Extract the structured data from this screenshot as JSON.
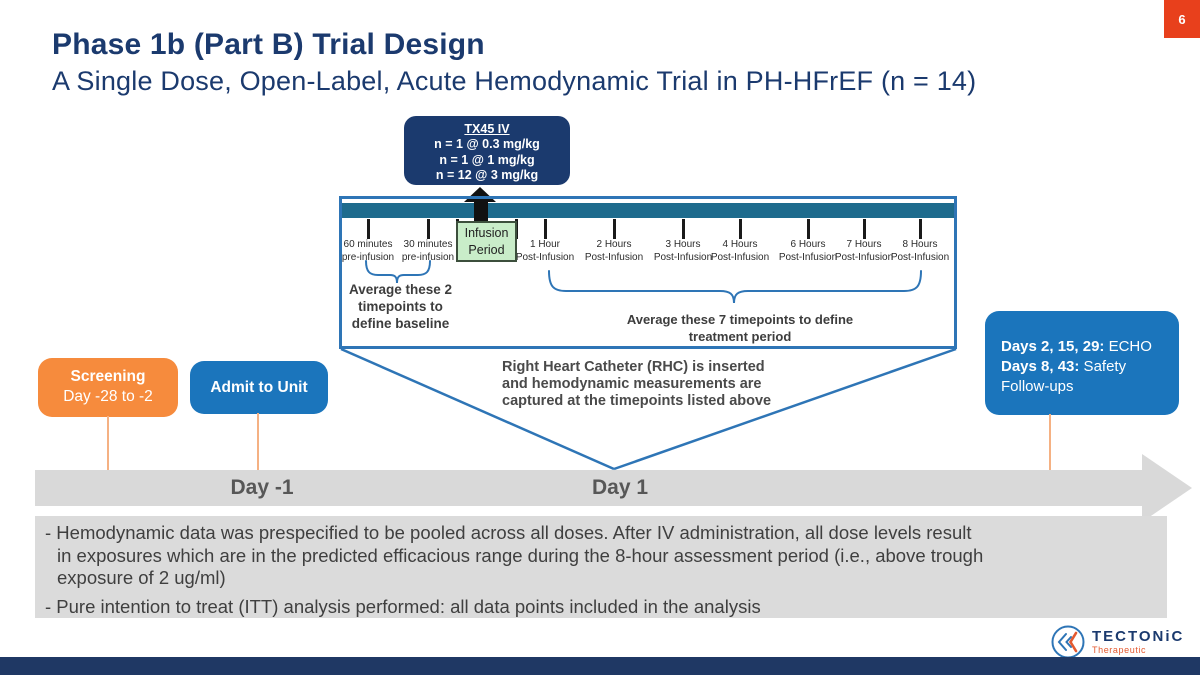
{
  "page_number": "6",
  "header": {
    "title": "Phase 1b (Part B) Trial Design",
    "subtitle": "A Single Dose, Open-Label, Acute Hemodynamic Trial in PH-HFrEF (n = 14)"
  },
  "dose_box": {
    "title": "TX45 IV",
    "doses": "n = 1 @ 0.3 mg/kg\nn = 1 @ 1 mg/kg\nn = 12 @ 3 mg/kg"
  },
  "timeline": {
    "ticks": [
      "60 minutes\npre-infusion",
      "30 minutes\npre-infusion",
      "1 Hour\nPost-Infusion",
      "2 Hours\nPost-Infusion",
      "3 Hours\nPost-Infusion",
      "4 Hours\nPost-Infusion",
      "6 Hours\nPost-Infusion",
      "7 Hours\nPost-Infusion",
      "8 Hours\nPost-Infusion"
    ],
    "infusion_box": "Infusion\nPeriod",
    "baseline_note": "Average these 2\ntimepoints to\ndefine baseline",
    "treatment_note": "Average these 7 timepoints to define\ntreatment period"
  },
  "rhc_note": "Right Heart Catheter (RHC) is inserted\nand hemodynamic measurements are\ncaptured at the timepoints listed above",
  "milestones": {
    "screening": {
      "line1": "Screening",
      "line2": "Day -28 to -2"
    },
    "admit": "Admit to Unit",
    "followup": {
      "lines": [
        {
          "bold": "Days 2, 15, 29:",
          "rest": " ECHO"
        },
        {
          "bold": "Days 8, 43:",
          "rest": " Safety"
        },
        {
          "bold": "",
          "rest": "Follow-ups"
        }
      ]
    }
  },
  "axis": {
    "day_minus_1": "Day -1",
    "day_1": "Day 1"
  },
  "bullets": [
    "- Hemodynamic data was prespecified to be pooled across all doses. After IV administration, all dose levels result\nin exposures which are in the predicted efficacious range during the 8-hour assessment period (i.e., above trough\nexposure of 2 ug/ml)",
    "- Pure intention to treat (ITT) analysis performed: all data points included in the analysis"
  ],
  "logo": {
    "brand": "TECTONiC",
    "sub": "Therapeutic"
  },
  "colors": {
    "navy": "#1B3A6E",
    "dark_navy_bar": "#1F3864",
    "teal_bar": "#1E6B8D",
    "timeline_border": "#2E75B6",
    "orange_box": "#F68B3D",
    "blue_box": "#1B75BC",
    "page_red": "#E8401C",
    "green_box": "#C9EDC9",
    "gray_arrow": "#D9D9D9",
    "footer_text_bg": "#DBDBDB",
    "connector_orange": "#F5B183",
    "logo_orange": "#E4592F"
  }
}
